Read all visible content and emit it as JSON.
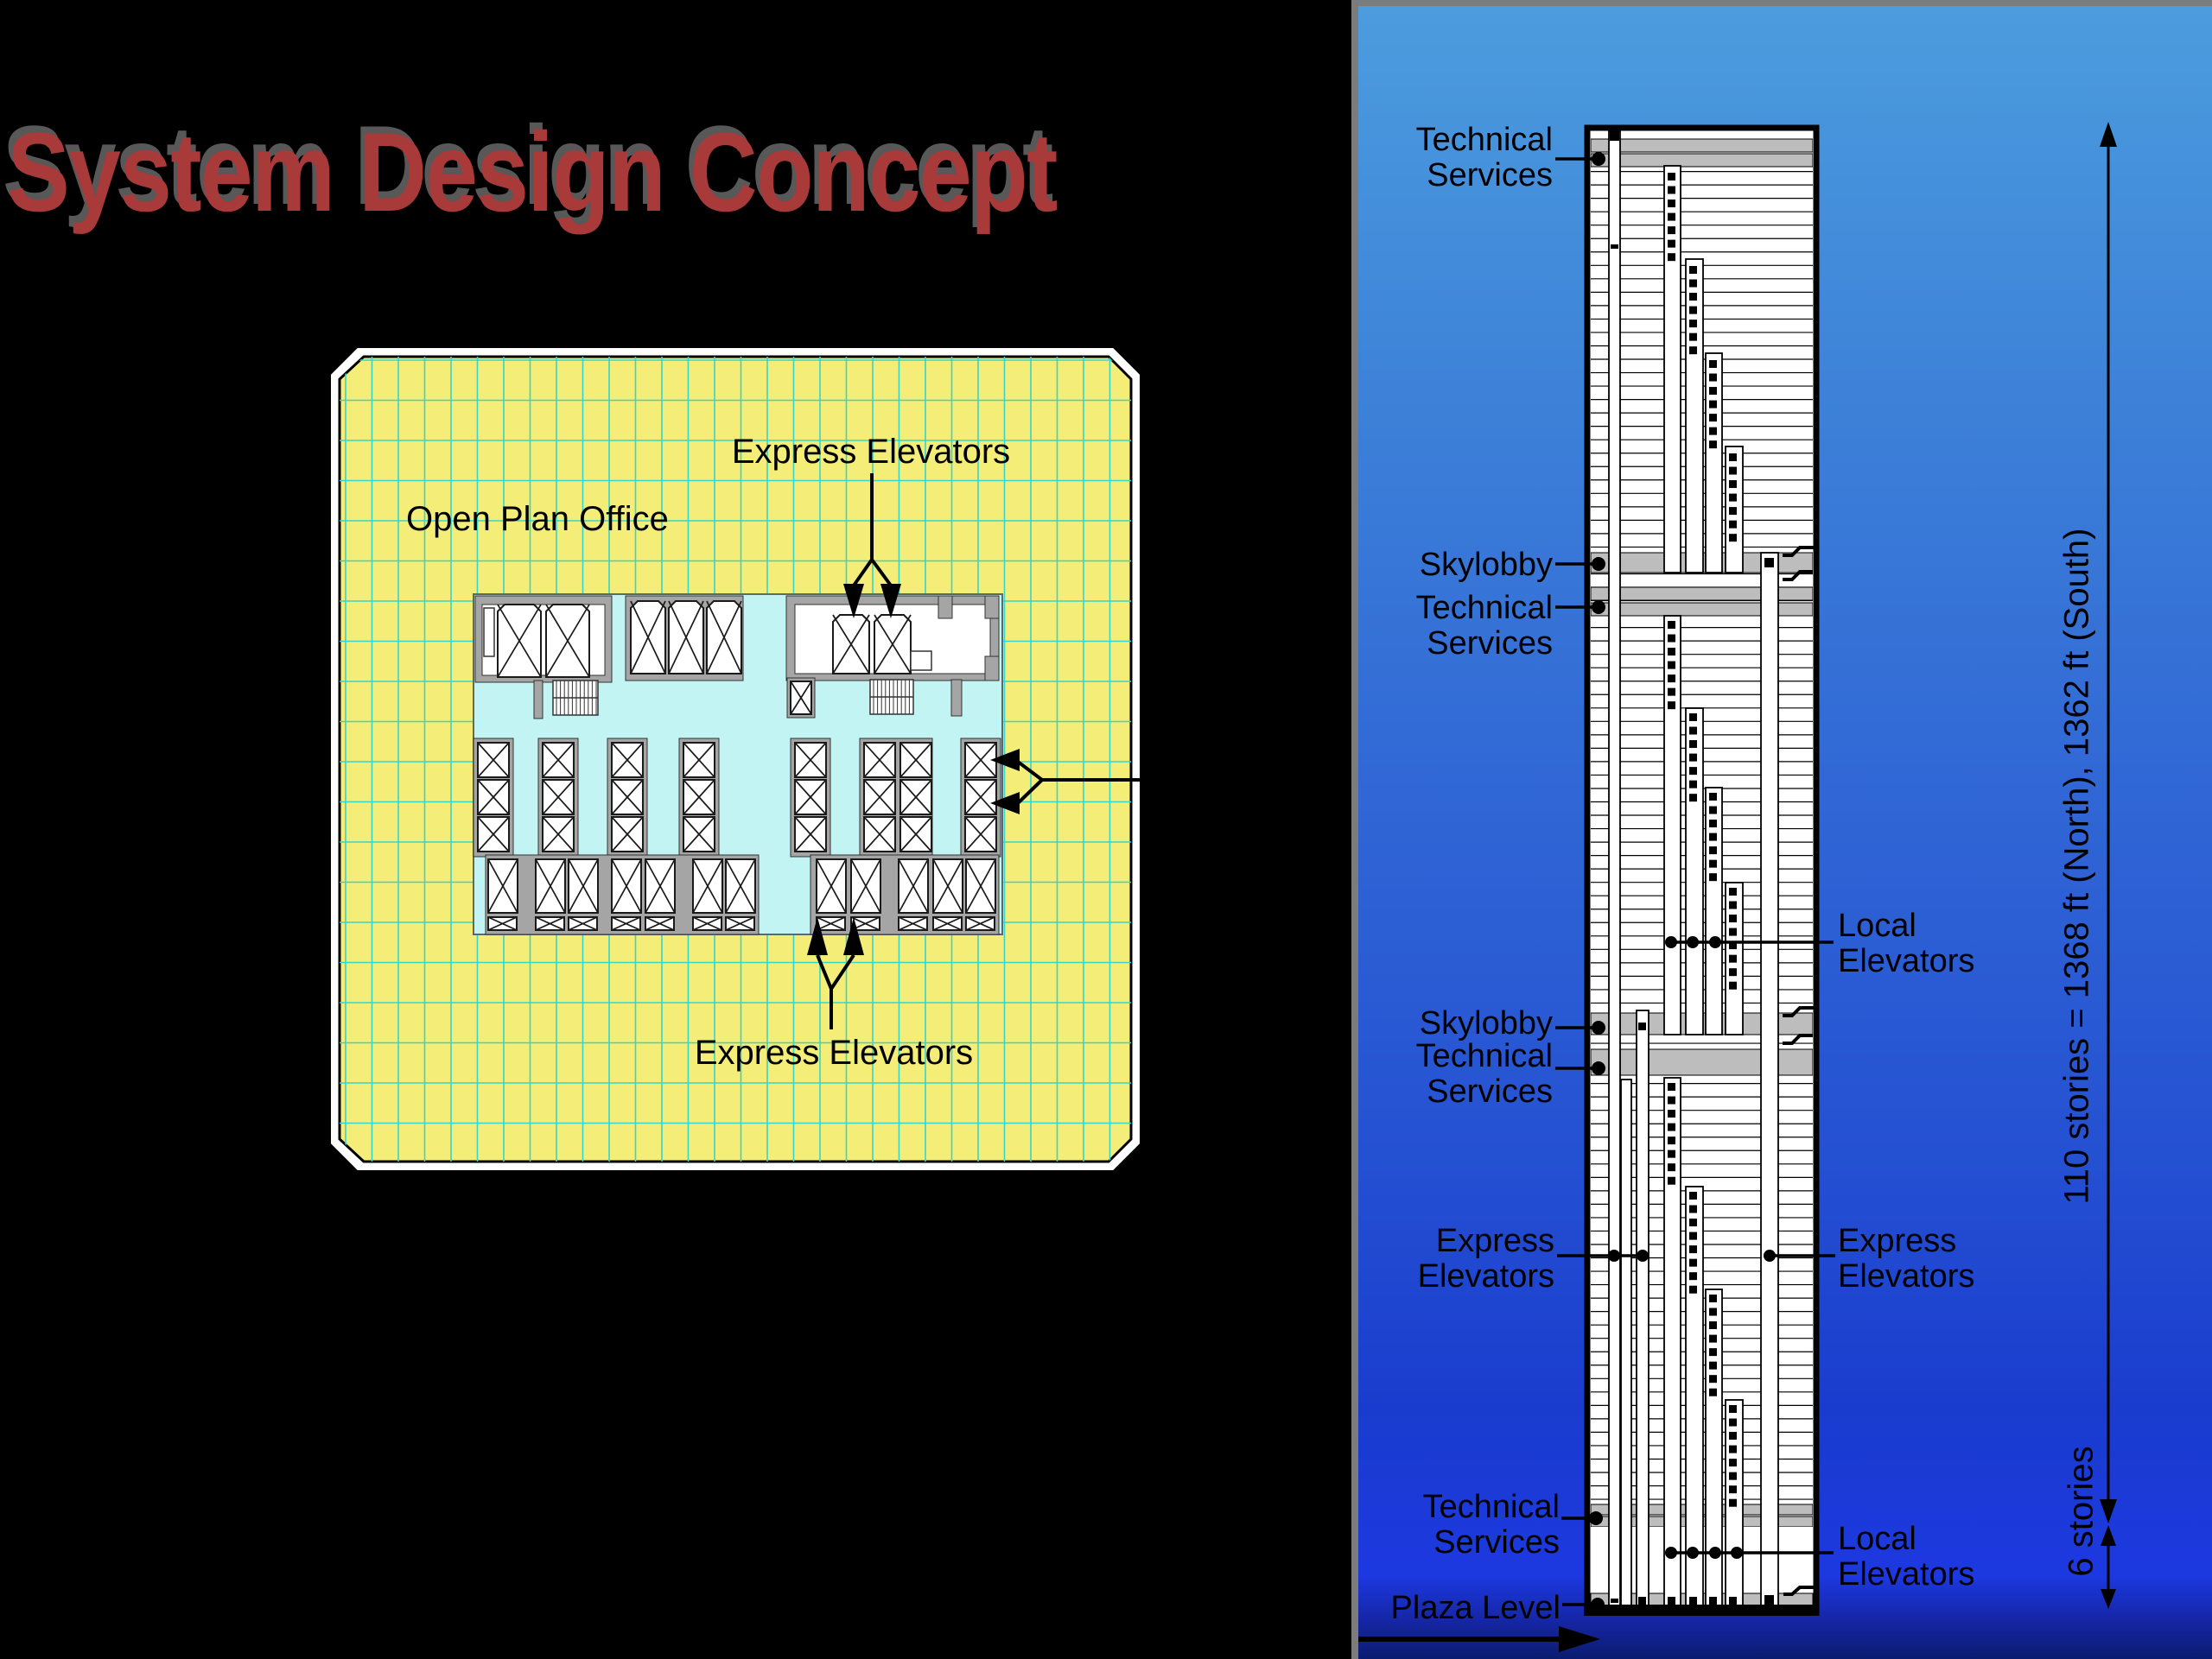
{
  "title": "System Design Concept",
  "plan": {
    "open_plan_office": "Open Plan Office",
    "express_elevators_top": "Express Elevators",
    "express_elevators_bottom": "Express Elevators"
  },
  "tower": {
    "tech_services_top": [
      "Technical",
      "Services"
    ],
    "skylobby_upper": "Skylobby",
    "tech_services_upper": [
      "Technical",
      "Services"
    ],
    "local_elevators_mid": [
      "Local",
      "Elevators"
    ],
    "skylobby_lower": "Skylobby",
    "tech_services_mid": [
      "Technical",
      "Services"
    ],
    "express_elevators_left": [
      "Express",
      "Elevators"
    ],
    "express_elevators_right": [
      "Express",
      "Elevators"
    ],
    "tech_services_bottom": [
      "Technical",
      "Services"
    ],
    "local_elevators_bottom": [
      "Local",
      "Elevators"
    ],
    "plaza_level": "Plaza Level",
    "measure_total": "110 stories = 1368 ft (North), 1362 ft (South)",
    "measure_lobby": "6 stories"
  },
  "colors": {
    "title_red": "#A93A3A",
    "title_shadow": "#585858",
    "plan_yellow": "#F4EE79",
    "plan_grid_teal": "#35D6CC",
    "core_cyan": "#C2F4F4",
    "wall_gray": "#A5A5A5",
    "band_gray": "#BDBDBD",
    "panel_blue_top": "#4C9CDE",
    "panel_blue_bottom": "#0A1C70",
    "panel_edge_gray": "#7C7C7C"
  }
}
